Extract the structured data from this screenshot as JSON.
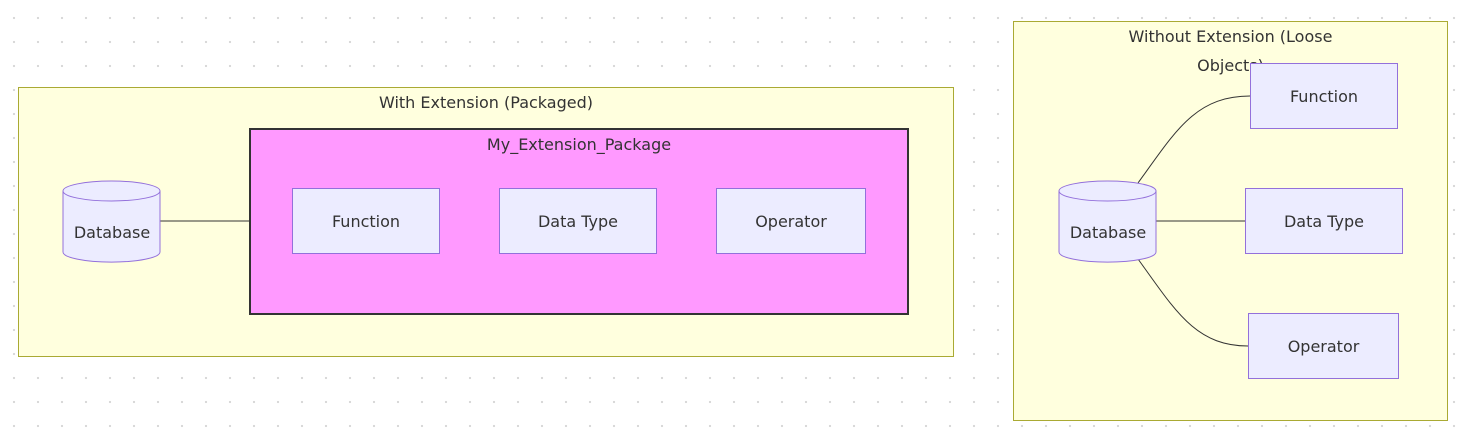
{
  "colors": {
    "cluster_fill": "#ffffde",
    "cluster_border": "#aaaa33",
    "package_fill": "#ff99ff",
    "package_border": "#333333",
    "node_fill": "#ececff",
    "node_border": "#9370db",
    "edge": "#333333"
  },
  "with_extension": {
    "title": "With Extension (Packaged)",
    "database": "Database",
    "package": {
      "title": "My_Extension_Package",
      "nodes": [
        "Function",
        "Data Type",
        "Operator"
      ]
    }
  },
  "without_extension": {
    "title_line1": "Without Extension (Loose",
    "title_line2": "Objects)",
    "database": "Database",
    "nodes": [
      "Function",
      "Data Type",
      "Operator"
    ]
  }
}
